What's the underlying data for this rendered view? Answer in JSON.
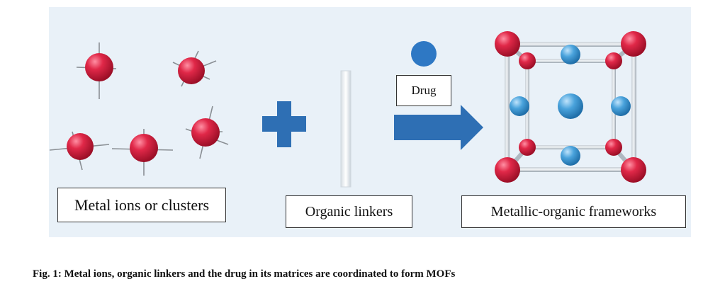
{
  "labels": {
    "metal": "Metal ions or clusters",
    "organic": "Organic linkers",
    "drug": "Drug",
    "mof": "Metallic-organic frameworks"
  },
  "caption": "Fig. 1: Metal ions, organic linkers and the drug in its matrices are coordinated to form MOFs",
  "colors": {
    "panel_bg": "#e9f1f8",
    "metal_ion": "#d8213f",
    "drug_sphere": "#3a8fd0",
    "plus_and_arrow": "#2e6fb4",
    "frame_bar": "#a9b3bd"
  },
  "icons": [
    "metal-ion-sphere",
    "plus-sign",
    "linker-rod",
    "drug-sphere",
    "right-arrow",
    "mof-cube"
  ]
}
